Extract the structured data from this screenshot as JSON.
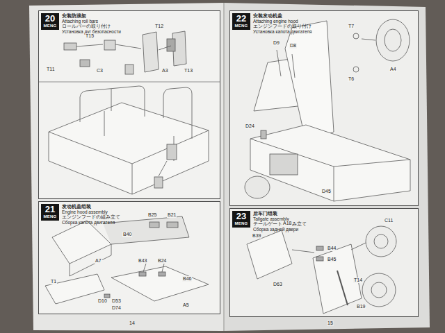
{
  "diagram": {
    "nodes": [
      {
        "text": [
          "20",
          "MENG",
          "安装防滚架",
          "Attaching roll bars",
          "ロールバーの取り付け",
          "Установка дуг безопасности"
        ]
      },
      {
        "text": [
          "21",
          "MENG",
          "发动机盖组装",
          "Engine hood assembly",
          "エンジンフードの組み立て",
          "Сборка капота двигателя"
        ]
      },
      {
        "text": [
          "22",
          "MENG",
          "安装发动机盖",
          "Attaching engine hood",
          "エンジンフードの取り付け",
          "Установка капота двигателя"
        ]
      },
      {
        "text": [
          "23",
          "MENG",
          "后车门组装",
          "Tailgate assembly",
          "テールゲートの組み立て",
          "Сборка задней двери"
        ]
      }
    ],
    "labels": [
      "T12",
      "T15",
      "T11",
      "C3",
      "A3",
      "T13",
      "B25",
      "B21",
      "B40",
      "A7",
      "T1",
      "B43",
      "B24",
      "B46",
      "D10",
      "D53",
      "D74",
      "A5",
      "D9",
      "D8",
      "T7",
      "A4",
      "T6",
      "D24",
      "D45",
      "B39",
      "A18",
      "B44",
      "B45",
      "D63",
      "C11",
      "T14",
      "B19",
      "14",
      "15"
    ]
  }
}
